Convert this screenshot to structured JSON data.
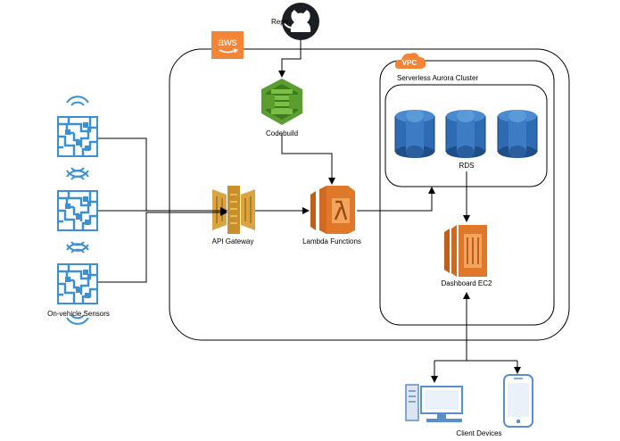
{
  "labels": {
    "repo": "Repo",
    "aws": "aws",
    "vpc": "VPC",
    "cluster": "Serverless Aurora Cluster",
    "rds": "RDS",
    "codebuild": "Codebuild",
    "api_gateway": "API Gateway",
    "lambda": "Lambda Functions",
    "dashboard": "Dashboard EC2",
    "sensors": "On-vehicle Sensors",
    "clients": "Client Devices"
  },
  "colors": {
    "aws_orange": "#f58536",
    "codebuild_green": "#5a9e2f",
    "api_gateway_gold": "#c98f2a",
    "lambda_orange": "#e0782a",
    "rds_blue": "#2e6bb3",
    "sensor_blue": "#3b8fd3",
    "device_blue": "#5a8fc9"
  },
  "icons": {
    "repo": "github-icon",
    "codebuild": "codebuild-icon",
    "api_gateway": "api-gateway-icon",
    "lambda": "lambda-icon",
    "rds": "rds-database-icon",
    "ec2": "ec2-icon",
    "sensor": "iot-sensor-icon",
    "desktop": "desktop-computer-icon",
    "phone": "mobile-phone-icon"
  }
}
